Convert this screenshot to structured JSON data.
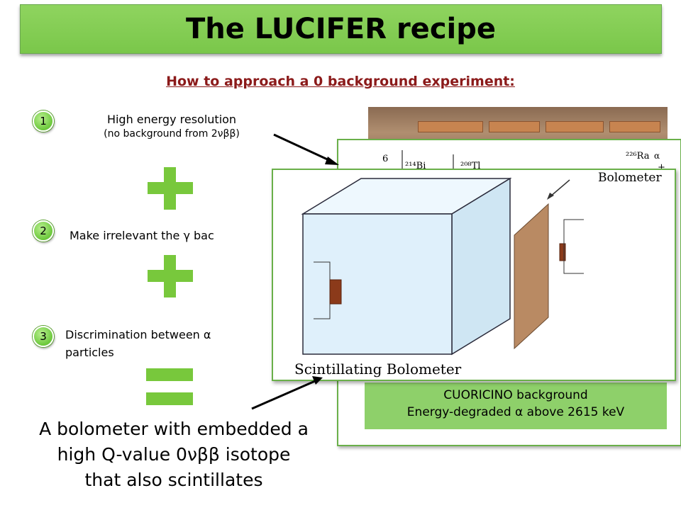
{
  "title": "The LUCIFER recipe",
  "subtitle": "How to approach a 0 background experiment:",
  "steps": [
    {
      "number": "1",
      "text": "High energy resolution",
      "subtext": "(no background from 2νββ)"
    },
    {
      "number": "2",
      "text": "Make irrelevant the γ bac"
    },
    {
      "number": "3",
      "text": "Discrimination between α ",
      "text2": "particles"
    }
  ],
  "conclusion": [
    "A bolometer with embedded a",
    "high Q-value 0νββ isotope",
    "that also scintillates"
  ],
  "background_caption": [
    "CUORICINO background",
    "Energy-degraded α above 2615 keV"
  ],
  "plot_fragment": {
    "ytick": "6",
    "labels": [
      "²¹⁴Bi",
      "²⁰⁸Tl",
      "²²⁶Ra",
      "α",
      "+"
    ]
  },
  "diagram": {
    "bolometer_label": "Bolometer",
    "scint_label": "Scintillating Bolometer"
  },
  "colors": {
    "title_bar": "#7ac74a",
    "subtitle": "#8b1a1a",
    "green_box": "#8ed06a",
    "crystal": "#dff0fb",
    "wafer": "#b98a63",
    "sensor": "#8b3a1a"
  }
}
